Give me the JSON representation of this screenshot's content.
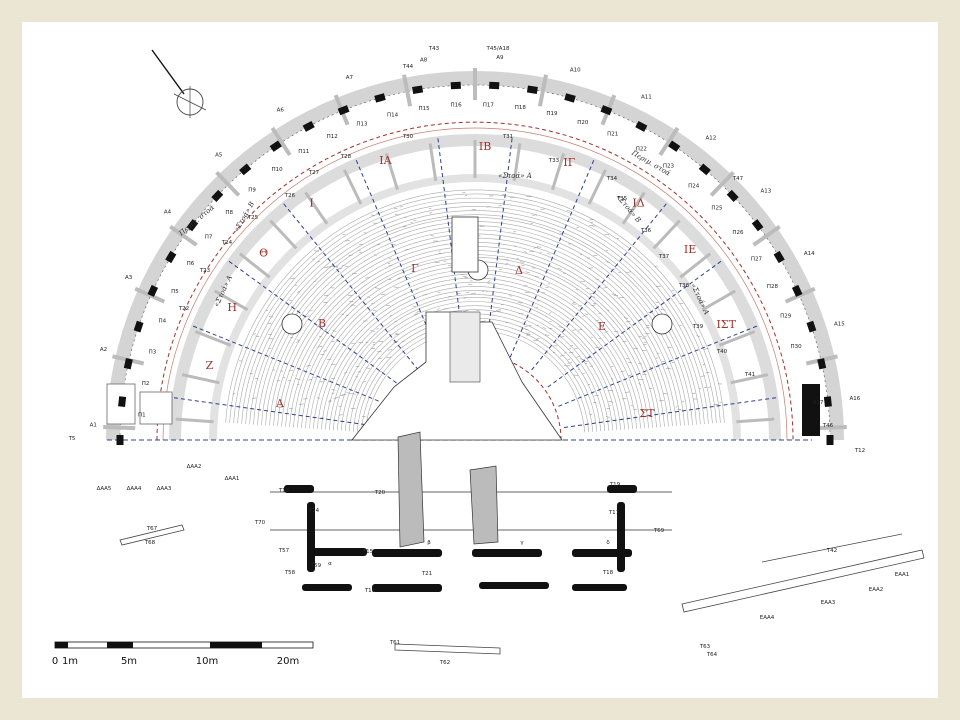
{
  "scale_bar": {
    "labels": [
      "0",
      "1m",
      "5m",
      "10m",
      "20m"
    ]
  },
  "sectors": [
    "Α",
    "Β",
    "Γ",
    "Δ",
    "Ε",
    "ΣΤ"
  ],
  "upper_sectors": [
    "Ζ",
    "Η",
    "Θ",
    "Ι",
    "ΙΑ",
    "ΙΒ",
    "ΙΓ",
    "ΙΔ",
    "ΙΕ",
    "ΙΣΤ"
  ],
  "stoa_labels": [
    "Περιμ. στοά",
    "«Στοά» Β",
    "«Στοά» Α",
    "«Στοά» Α",
    "«Στοά» Β",
    "Περιμ. στοά",
    "«Στοά» Α"
  ],
  "outer_labels": [
    "Α1",
    "Α2",
    "Α3",
    "Α4",
    "Α5",
    "Α6",
    "Α7",
    "Α8",
    "Α9",
    "Α10",
    "Α11",
    "Α12",
    "Α13",
    "Α14",
    "Α15",
    "Α16",
    "Α17"
  ],
  "pillar_labels": [
    "Π1",
    "Π2",
    "Π3",
    "Π4",
    "Π5",
    "Π6",
    "Π7",
    "Π8",
    "Π9",
    "Π10",
    "Π11",
    "Π12",
    "Π13",
    "Π14",
    "Π15",
    "Π16",
    "Π17",
    "Π18",
    "Π19",
    "Π20",
    "Π21",
    "Π22",
    "Π23",
    "Π24",
    "Π25",
    "Π26",
    "Π27",
    "Π28",
    "Π29",
    "Π30"
  ],
  "trench_labels": [
    "Τ5",
    "Τ12",
    "Τ13",
    "Τ14",
    "Τ15",
    "Τ16",
    "Τ17",
    "Τ18",
    "Τ19",
    "Τ20",
    "Τ21",
    "Τ22",
    "Τ23",
    "Τ24",
    "Τ25",
    "Τ26",
    "Τ27",
    "Τ28",
    "Τ30",
    "Τ31",
    "Τ33",
    "Τ34",
    "Τ35",
    "Τ36",
    "Τ37",
    "Τ38",
    "Τ39",
    "Τ40",
    "Τ41",
    "Τ42",
    "Τ43",
    "Τ45/Α18",
    "Τ44",
    "Τ46",
    "Τ47",
    "Τ61",
    "Τ62",
    "Τ63",
    "Τ64",
    "Τ67",
    "Τ68",
    "Τ69",
    "Τ70",
    "Τ57",
    "Τ58",
    "Τ59"
  ],
  "ground_labels": [
    "ΔΑΑ1",
    "ΔΑΑ2",
    "ΔΑΑ3",
    "ΔΑΑ4",
    "ΔΑΑ5",
    "ΕΑΑ1",
    "ΕΑΑ2",
    "ΕΑΑ3",
    "ΕΑΑ4"
  ],
  "front_labels": [
    "α",
    "β",
    "γ",
    "δ"
  ],
  "colors": {
    "red": "#a0322a",
    "blue": "#2e3f8f",
    "black": "#111111"
  }
}
